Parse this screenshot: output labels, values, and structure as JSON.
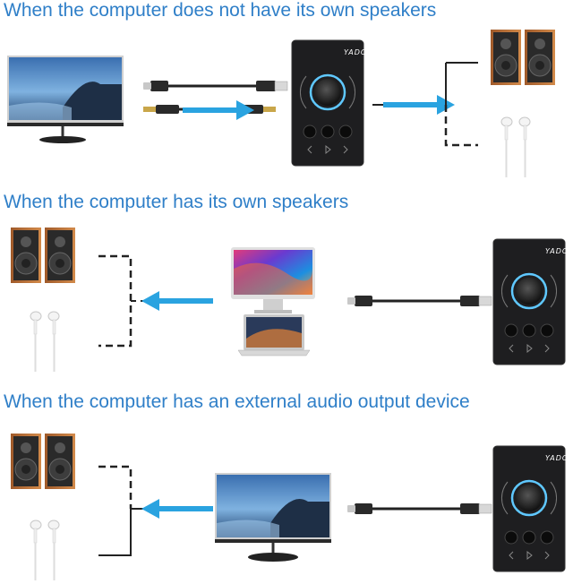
{
  "headings": {
    "no_speakers": "When the computer does not have its own speakers",
    "own_speakers": "When the computer has its own speakers",
    "external_device": "When the computer has an external audio output device"
  },
  "device": {
    "brand_logo": "YADO"
  },
  "colors": {
    "heading_blue": "#2f7fc8",
    "arrow_blue": "#2aa3e0",
    "device_body": "#1e1e20",
    "knob_ring": "#5fc8ff"
  },
  "icons": [
    "monitor-icon",
    "laptop-icon",
    "speakers-icon",
    "earphones-icon",
    "usb-cable-icon",
    "aux-cable-icon",
    "arrow-icon"
  ]
}
